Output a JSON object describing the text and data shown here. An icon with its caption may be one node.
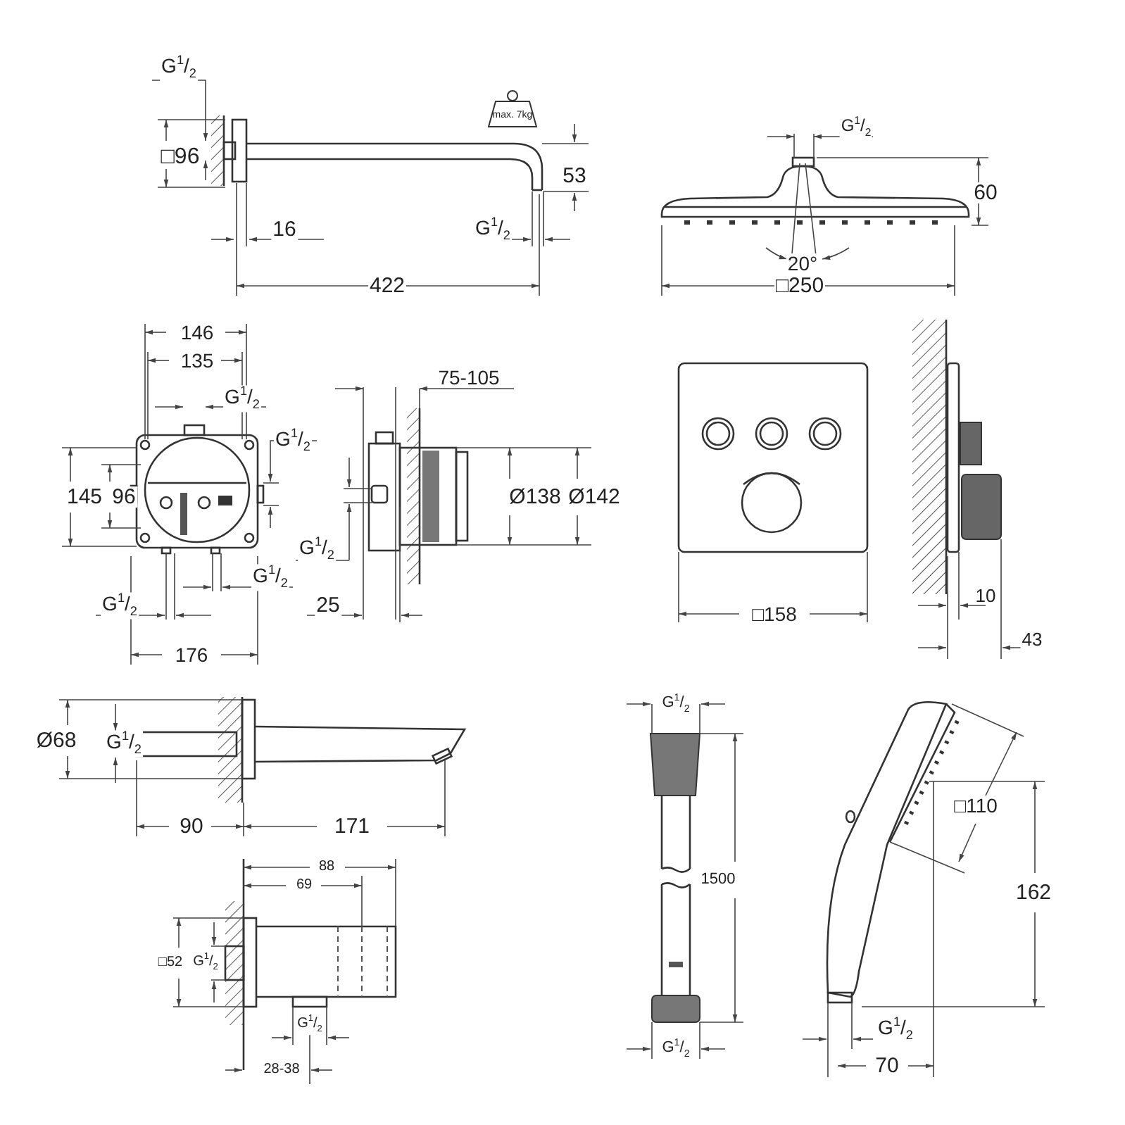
{
  "diagram": {
    "labels": [
      "G$^{1}$/$_{2}$",
      "max. 7kg",
      "G$^{1}$/$_{2}$",
      "□96",
      "53",
      "60",
      "16",
      "G$^{1}$/$_{2}$",
      "20°",
      "422",
      "□250",
      "146",
      "135",
      "75-105",
      "G$^{1}$/$_{2}$",
      "G$^{1}$/$_{2}$",
      "145",
      "96",
      "Ø138",
      "Ø142",
      "G$^{1}$/$_{2}$",
      "G$^{1}$/$_{2}$",
      "G$^{1}$/$_{2}$",
      "25",
      "□158",
      "10",
      "176",
      "43",
      "G$^{1}$/$_{2}$",
      "Ø68",
      "G$^{1}$/$_{2}$",
      "90",
      "171",
      "88",
      "69",
      "1500",
      "□110",
      "162",
      "□52",
      "G$^{1}$/$_{2}$",
      "G$^{1}$/$_{2}$",
      "G$^{1}$/$_{2}$",
      "70",
      "G$^{1}$/$_{2}$",
      "28-38"
    ]
  }
}
